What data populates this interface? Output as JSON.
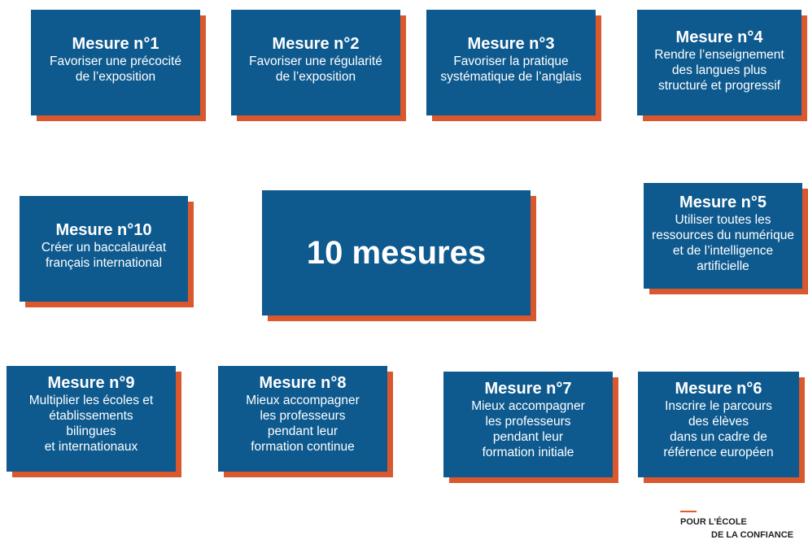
{
  "colors": {
    "card_background": "#0e5a8f",
    "card_shadow": "#d9582e",
    "text": "#ffffff",
    "logo_accent": "#e05a2b"
  },
  "center": {
    "title": "10 mesures"
  },
  "measures": [
    {
      "title": "Mesure n°1",
      "desc": "Favoriser une précocité\nde l’exposition"
    },
    {
      "title": "Mesure n°2",
      "desc": "Favoriser une régularité\nde l’exposition"
    },
    {
      "title": "Mesure n°3",
      "desc": "Favoriser la pratique\nsystématique de l’anglais"
    },
    {
      "title": "Mesure n°4",
      "desc": "Rendre l’enseignement\ndes langues plus\nstructuré et progressif"
    },
    {
      "title": "Mesure n°5",
      "desc": "Utiliser toutes les\nressources du numérique\net de l’intelligence\nartificielle"
    },
    {
      "title": "Mesure n°6",
      "desc": "Inscrire le parcours\ndes élèves\ndans un cadre de\nréférence européen"
    },
    {
      "title": "Mesure n°7",
      "desc": "Mieux accompagner\nles professeurs\npendant leur\nformation initiale"
    },
    {
      "title": "Mesure n°8",
      "desc": "Mieux accompagner\nles professeurs\npendant leur\nformation continue"
    },
    {
      "title": "Mesure n°9",
      "desc": "Multiplier les écoles et\nétablissements\nbilingues\net internationaux"
    },
    {
      "title": "Mesure n°10",
      "desc": "Créer un baccalauréat\nfrançais international"
    }
  ],
  "logo": {
    "line1": "POUR L’ÉCOLE",
    "line2": "DE LA CONFIANCE"
  }
}
